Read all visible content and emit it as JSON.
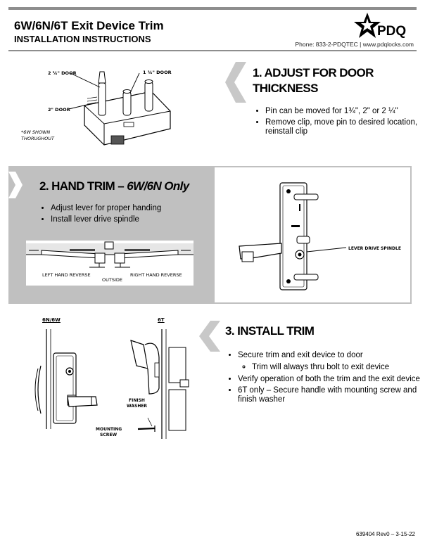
{
  "header": {
    "title": "6W/6N/6T Exit Device Trim",
    "subtitle": "INSTALLATION INSTRUCTIONS",
    "logo_text": "PDQ",
    "contact": "Phone: 833-2-PDQTEC | www.pdqlocks.com"
  },
  "step1": {
    "title_line1": "1. ADJUST FOR DOOR",
    "title_line2": "THICKNESS",
    "bullets": [
      "Pin can be moved for 1¾\",  2\" or 2 ¼\"",
      "Remove clip, move pin to desired location, reinstall clip"
    ],
    "labels": {
      "door_2_25": "2 ¼\" DOOR",
      "door_1_75": "1 ¾\" DOOR",
      "door_2": "2\" DOOR",
      "shown_line1": "*6W SHOWN",
      "shown_line2": "THORUGHOUT"
    }
  },
  "step2": {
    "title_main": "2. HAND TRIM – ",
    "title_em": "6W/6N Only",
    "bullets": [
      "Adjust lever for proper handing",
      "Install lever drive spindle"
    ],
    "labels": {
      "left_hand": "LEFT HAND REVERSE",
      "outside": "OUTSIDE",
      "right_hand": "RIGHT HAND REVERSE",
      "spindle": "LEVER DRIVE SPINDLE"
    }
  },
  "step3": {
    "title": "3. INSTALL TRIM",
    "bullets": [
      "Secure trim and exit device to door",
      "Verify operation of both the trim and the exit device",
      "6T only – Secure handle with mounting screw and finish washer"
    ],
    "sub_bullet": "Trim will always thru bolt to exit device",
    "labels": {
      "model_6n6w": "6N/6W",
      "model_6t": "6T",
      "finish_line1": "FINISH",
      "finish_line2": "WASHER",
      "mount_line1": "MOUNTING",
      "mount_line2": "SCREW"
    }
  },
  "footer": {
    "doc_id": "639404 Rev0 – 3-15-22"
  },
  "colors": {
    "rule": "#8e8e8e",
    "panel": "#c0c0c0",
    "chevron": "#c8c8c8"
  }
}
